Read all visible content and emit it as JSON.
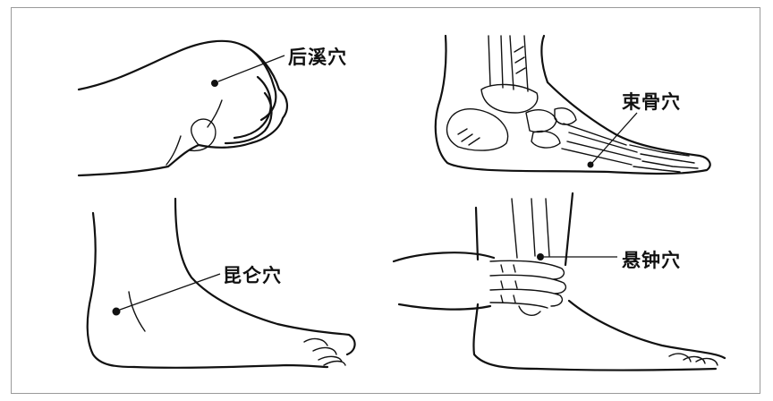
{
  "points": [
    {
      "id": "houxi",
      "label": "后溪穴"
    },
    {
      "id": "shugu",
      "label": "束骨穴"
    },
    {
      "id": "kunlun",
      "label": "昆仑穴"
    },
    {
      "id": "xuanzhong",
      "label": "悬钟穴"
    }
  ]
}
